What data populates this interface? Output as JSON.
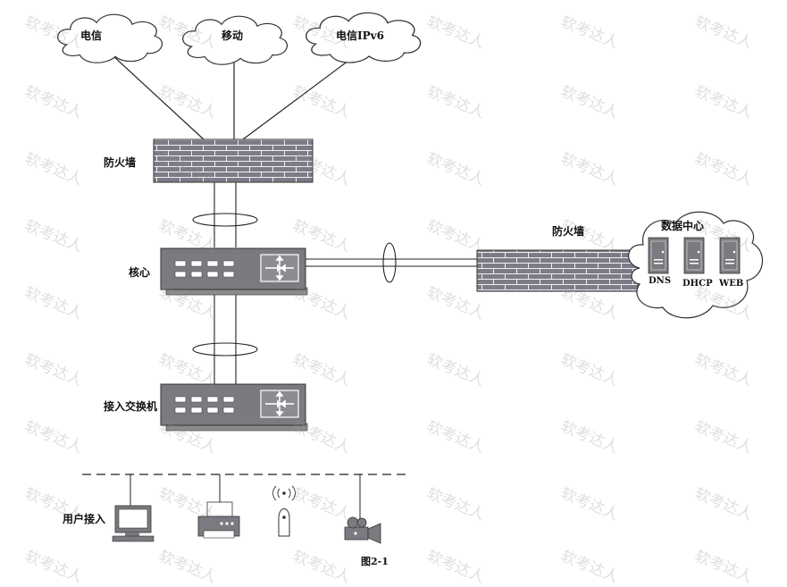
{
  "clouds": [
    {
      "label": "电信"
    },
    {
      "label": "移动"
    },
    {
      "label": "电信IPv6"
    }
  ],
  "devices": {
    "firewall_top": "防火墙",
    "core_switch": "核心",
    "access_switch": "接入交换机",
    "firewall_right": "防火墙",
    "user_access": "用户接入"
  },
  "datacenter": {
    "title": "数据中心",
    "servers": [
      "DNS",
      "DHCP",
      "WEB"
    ]
  },
  "figure_caption": "图2-1",
  "watermark": "软考达人"
}
